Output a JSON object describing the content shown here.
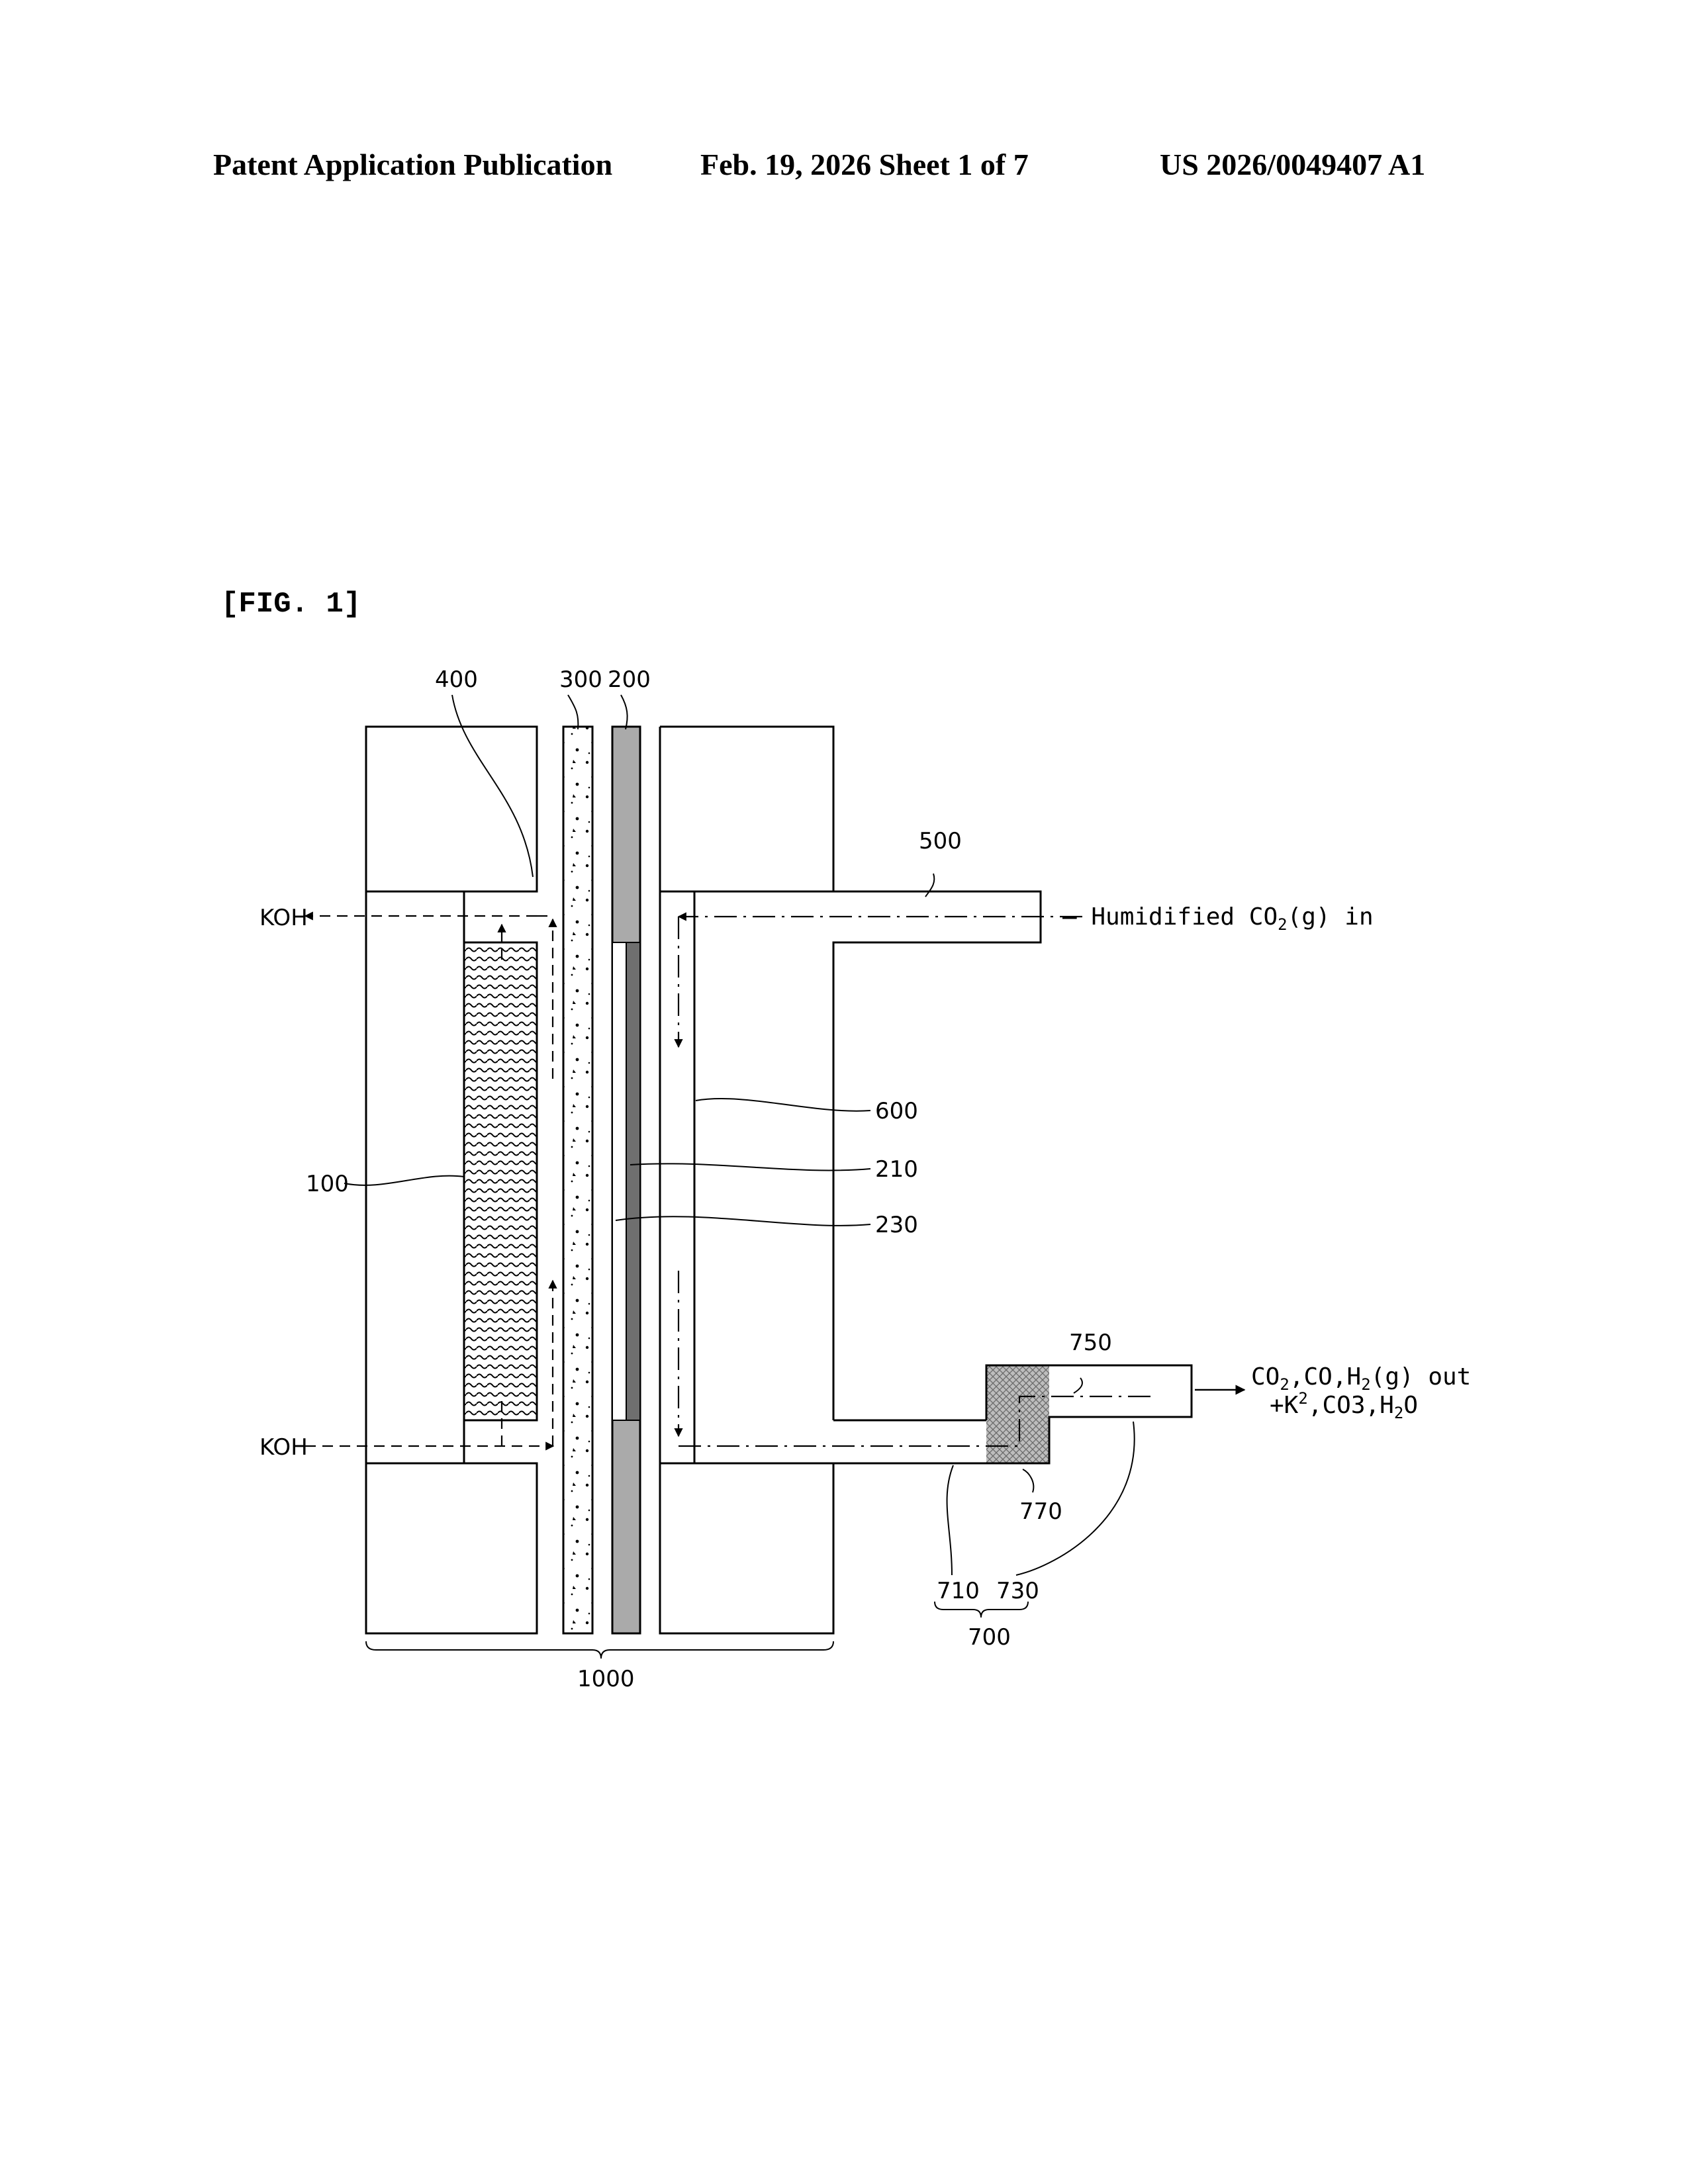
{
  "header": {
    "publication": "Patent Application Publication",
    "date_sheet": "Feb. 19, 2026  Sheet 1 of 7",
    "number": "US 2026/0049407 A1"
  },
  "figure": {
    "label": "[FIG. 1]"
  },
  "labels": {
    "r400": "400",
    "r300": "300",
    "r200": "200",
    "r500": "500",
    "r600": "600",
    "r210": "210",
    "r230": "230",
    "r100": "100",
    "r750": "750",
    "r770": "770",
    "r710": "710",
    "r730": "730",
    "r700": "700",
    "r1000": "1000",
    "koh_out": "KOH",
    "koh_in": "KOH"
  },
  "flows": {
    "co2_in": {
      "a": "Humidified CO",
      "sub": "2",
      "b": "(g) in"
    },
    "out_line1": {
      "a": "CO",
      "sub1": "2",
      "b": ",CO,H",
      "sub2": "2",
      "c": "(g) out"
    },
    "out_line2": {
      "a": "+K",
      "sup": "2",
      "b": ",CO3,H",
      "sub": "2",
      "c": "O"
    }
  },
  "colors": {
    "line": "#000000",
    "membrane_fill": "#aaaaaa",
    "catalyst_fill": "#6f6f6f",
    "cartridge_fill": "#bdbdbd"
  }
}
